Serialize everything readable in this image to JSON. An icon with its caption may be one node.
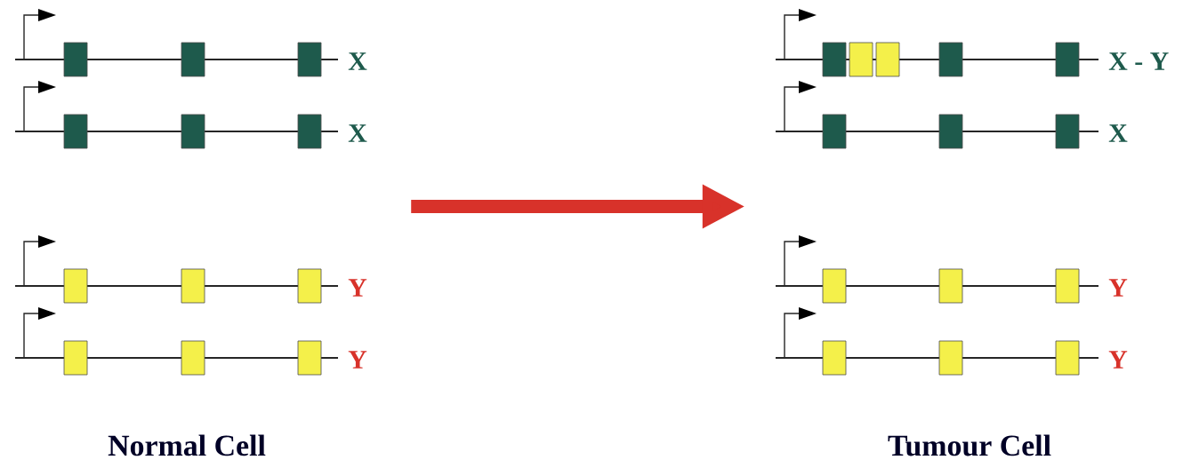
{
  "diagram": {
    "nodes": [
      {
        "text": [
          "Normal Cell"
        ]
      },
      {
        "text": [
          "Tumour Cell"
        ]
      }
    ],
    "edges": [
      {
        "from": 0,
        "to": 1,
        "arrow": "to"
      }
    ],
    "labels": [
      "X",
      "X",
      "Y",
      "Y",
      "X - Y",
      "X",
      "Y",
      "Y"
    ]
  }
}
